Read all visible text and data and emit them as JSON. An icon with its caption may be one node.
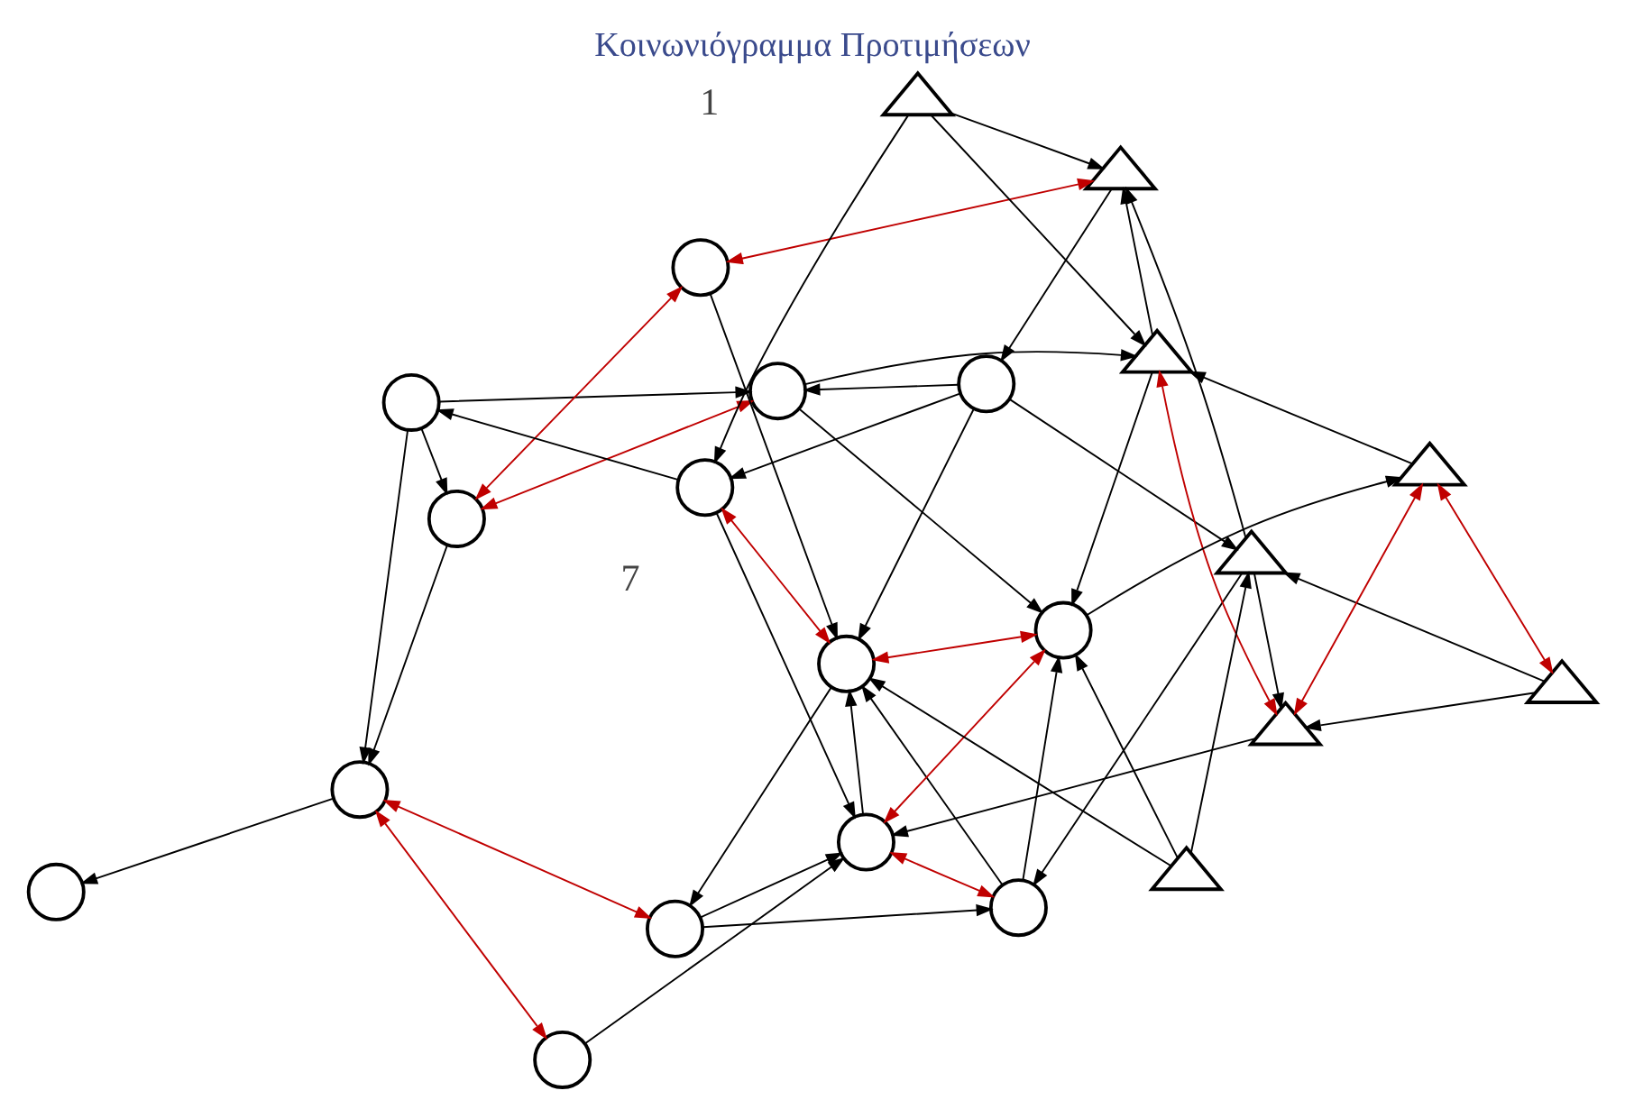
{
  "diagram": {
    "title": "Κοινωνιόγραμμα Προτιμήσεων",
    "nodes": [
      {
        "text": [],
        "shape": "circle"
      },
      {
        "text": [],
        "shape": "circle"
      },
      {
        "text": [],
        "shape": "circle"
      },
      {
        "text": [],
        "shape": "triangle"
      },
      {
        "text": [],
        "shape": "circle"
      },
      {
        "text": [],
        "shape": "circle"
      },
      {
        "text": [],
        "shape": "circle"
      },
      {
        "text": [],
        "shape": "triangle"
      },
      {
        "text": [],
        "shape": "triangle"
      },
      {
        "text": [],
        "shape": "triangle"
      },
      {
        "text": [],
        "shape": "circle"
      },
      {
        "text": [],
        "shape": "circle"
      },
      {
        "text": [],
        "shape": "triangle"
      },
      {
        "text": [],
        "shape": "circle"
      },
      {
        "text": [],
        "shape": "triangle"
      },
      {
        "text": [],
        "shape": "circle"
      },
      {
        "text": [],
        "shape": "circle"
      },
      {
        "text": [],
        "shape": "triangle"
      },
      {
        "text": [],
        "shape": "circle"
      },
      {
        "text": [],
        "shape": "circle"
      },
      {
        "text": [],
        "shape": "triangle"
      },
      {
        "text": [],
        "shape": "circle"
      }
    ],
    "edges": [
      {
        "from": 1,
        "to": 0,
        "arrow": "to"
      },
      {
        "from": 1,
        "to": 6,
        "arrow": "to"
      },
      {
        "from": 4,
        "to": 1,
        "arrow": "to"
      },
      {
        "from": 0,
        "to": 4,
        "arrow": "to"
      },
      {
        "from": 0,
        "to": 10,
        "arrow": "to"
      },
      {
        "from": 0,
        "to": 6,
        "arrow": "both",
        "color": "#c00000"
      },
      {
        "from": 3,
        "to": 0,
        "arrow": "to"
      },
      {
        "from": 2,
        "to": 4,
        "arrow": "to"
      },
      {
        "from": 2,
        "to": 3,
        "arrow": "to"
      },
      {
        "from": 2,
        "to": 15,
        "arrow": "to"
      },
      {
        "from": 2,
        "to": 19,
        "arrow": "to"
      },
      {
        "from": 14,
        "to": 2,
        "arrow": "to"
      },
      {
        "from": 5,
        "to": 6,
        "arrow": "to"
      },
      {
        "from": 5,
        "to": 11,
        "arrow": "both",
        "color": "#c00000"
      },
      {
        "from": 1,
        "to": 11,
        "arrow": "both",
        "color": "#c00000"
      },
      {
        "from": 6,
        "to": 4,
        "arrow": "to"
      },
      {
        "from": 8,
        "to": 6,
        "arrow": "to"
      },
      {
        "from": 6,
        "to": 10,
        "arrow": "both",
        "color": "#c00000"
      },
      {
        "from": 4,
        "to": 10,
        "arrow": "both",
        "color": "#c00000"
      },
      {
        "from": 18,
        "to": 4,
        "arrow": "to"
      },
      {
        "from": 9,
        "to": 4,
        "arrow": "to"
      },
      {
        "from": 4,
        "to": 19,
        "arrow": "both",
        "color": "#c00000"
      },
      {
        "from": 9,
        "to": 10,
        "arrow": "to"
      },
      {
        "from": 12,
        "to": 10,
        "arrow": "to"
      },
      {
        "from": 15,
        "to": 10,
        "arrow": "to"
      },
      {
        "from": 10,
        "to": 17,
        "arrow": "to"
      },
      {
        "from": 19,
        "to": 6,
        "arrow": "to"
      },
      {
        "from": 19,
        "to": 13,
        "arrow": "to"
      },
      {
        "from": 11,
        "to": 21,
        "arrow": "to"
      },
      {
        "from": 13,
        "to": 11,
        "arrow": "to"
      },
      {
        "from": 16,
        "to": 11,
        "arrow": "to"
      },
      {
        "from": 13,
        "to": 16,
        "arrow": "to"
      },
      {
        "from": 13,
        "to": 15,
        "arrow": "to"
      },
      {
        "from": 15,
        "to": 12,
        "arrow": "to"
      },
      {
        "from": 16,
        "to": 15,
        "arrow": "both",
        "color": "#c00000"
      },
      {
        "from": 16,
        "to": 18,
        "arrow": "both",
        "color": "#c00000"
      },
      {
        "from": 18,
        "to": 14,
        "arrow": "both",
        "color": "#c00000"
      },
      {
        "from": 20,
        "to": 19,
        "arrow": "to"
      },
      {
        "from": 20,
        "to": 14,
        "arrow": "to"
      },
      {
        "from": 20,
        "to": 12,
        "arrow": "to"
      },
      {
        "from": 17,
        "to": 12,
        "arrow": "to"
      },
      {
        "from": 12,
        "to": 14,
        "arrow": "to"
      },
      {
        "from": 8,
        "to": 12,
        "arrow": "both",
        "color": "#c00000"
      },
      {
        "from": 8,
        "to": 17,
        "arrow": "both",
        "color": "#c00000"
      },
      {
        "from": 7,
        "to": 17,
        "arrow": "both",
        "color": "#c00000"
      },
      {
        "from": 7,
        "to": 3,
        "arrow": "to"
      },
      {
        "from": 7,
        "to": 8,
        "arrow": "to"
      },
      {
        "from": 3,
        "to": 8,
        "arrow": "to"
      },
      {
        "from": 9,
        "to": 3,
        "arrow": "to"
      },
      {
        "from": 3,
        "to": 14,
        "arrow": "to"
      }
    ],
    "labels": [
      "7",
      "1"
    ]
  }
}
